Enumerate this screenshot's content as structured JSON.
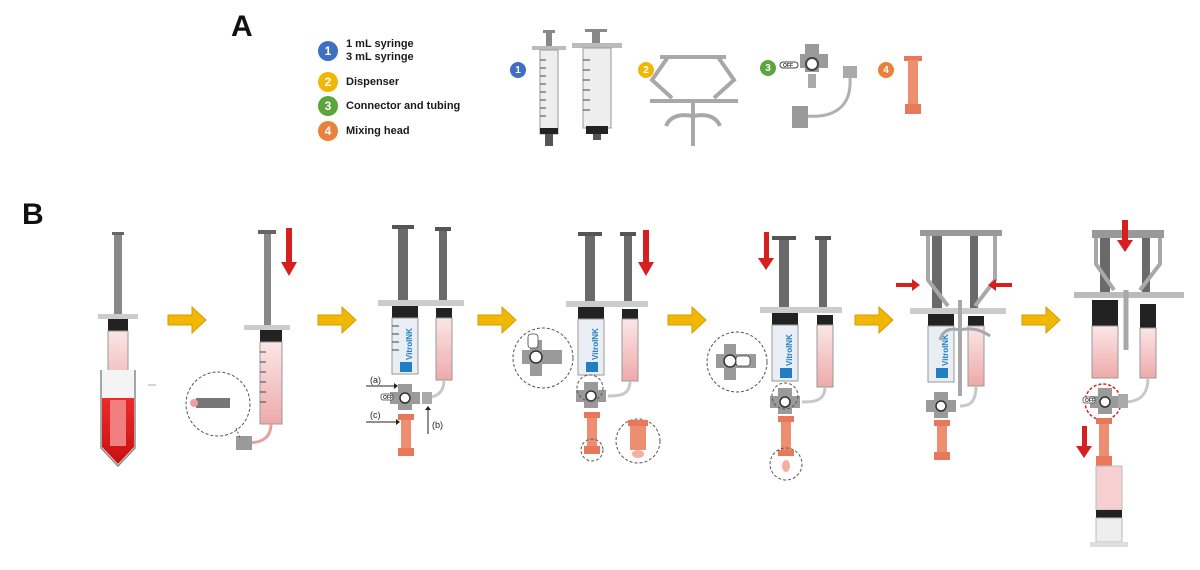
{
  "panels": {
    "a": "A",
    "b": "B"
  },
  "legend": [
    {
      "number": "1",
      "lines": [
        "1 mL syringe",
        "3 mL syringe"
      ],
      "color": "#3f6fc2"
    },
    {
      "number": "2",
      "lines": [
        "Dispenser"
      ],
      "color": "#f2b705"
    },
    {
      "number": "3",
      "lines": [
        "Connector and tubing"
      ],
      "color": "#5aa63c"
    },
    {
      "number": "4",
      "lines": [
        "Mixing head"
      ],
      "color": "#e8823a"
    }
  ],
  "step_labels": {
    "a": "(a)",
    "b": "(b)",
    "c": "(c)"
  },
  "brand_text": "VitroINK",
  "valve_text": "OFF",
  "colors": {
    "arrow_fill": "#f2b705",
    "arrow_red": "#d62020",
    "ink_pink": "#f3c4c4",
    "mixing_head": "#e8785a",
    "tube_red": "#e02020"
  }
}
